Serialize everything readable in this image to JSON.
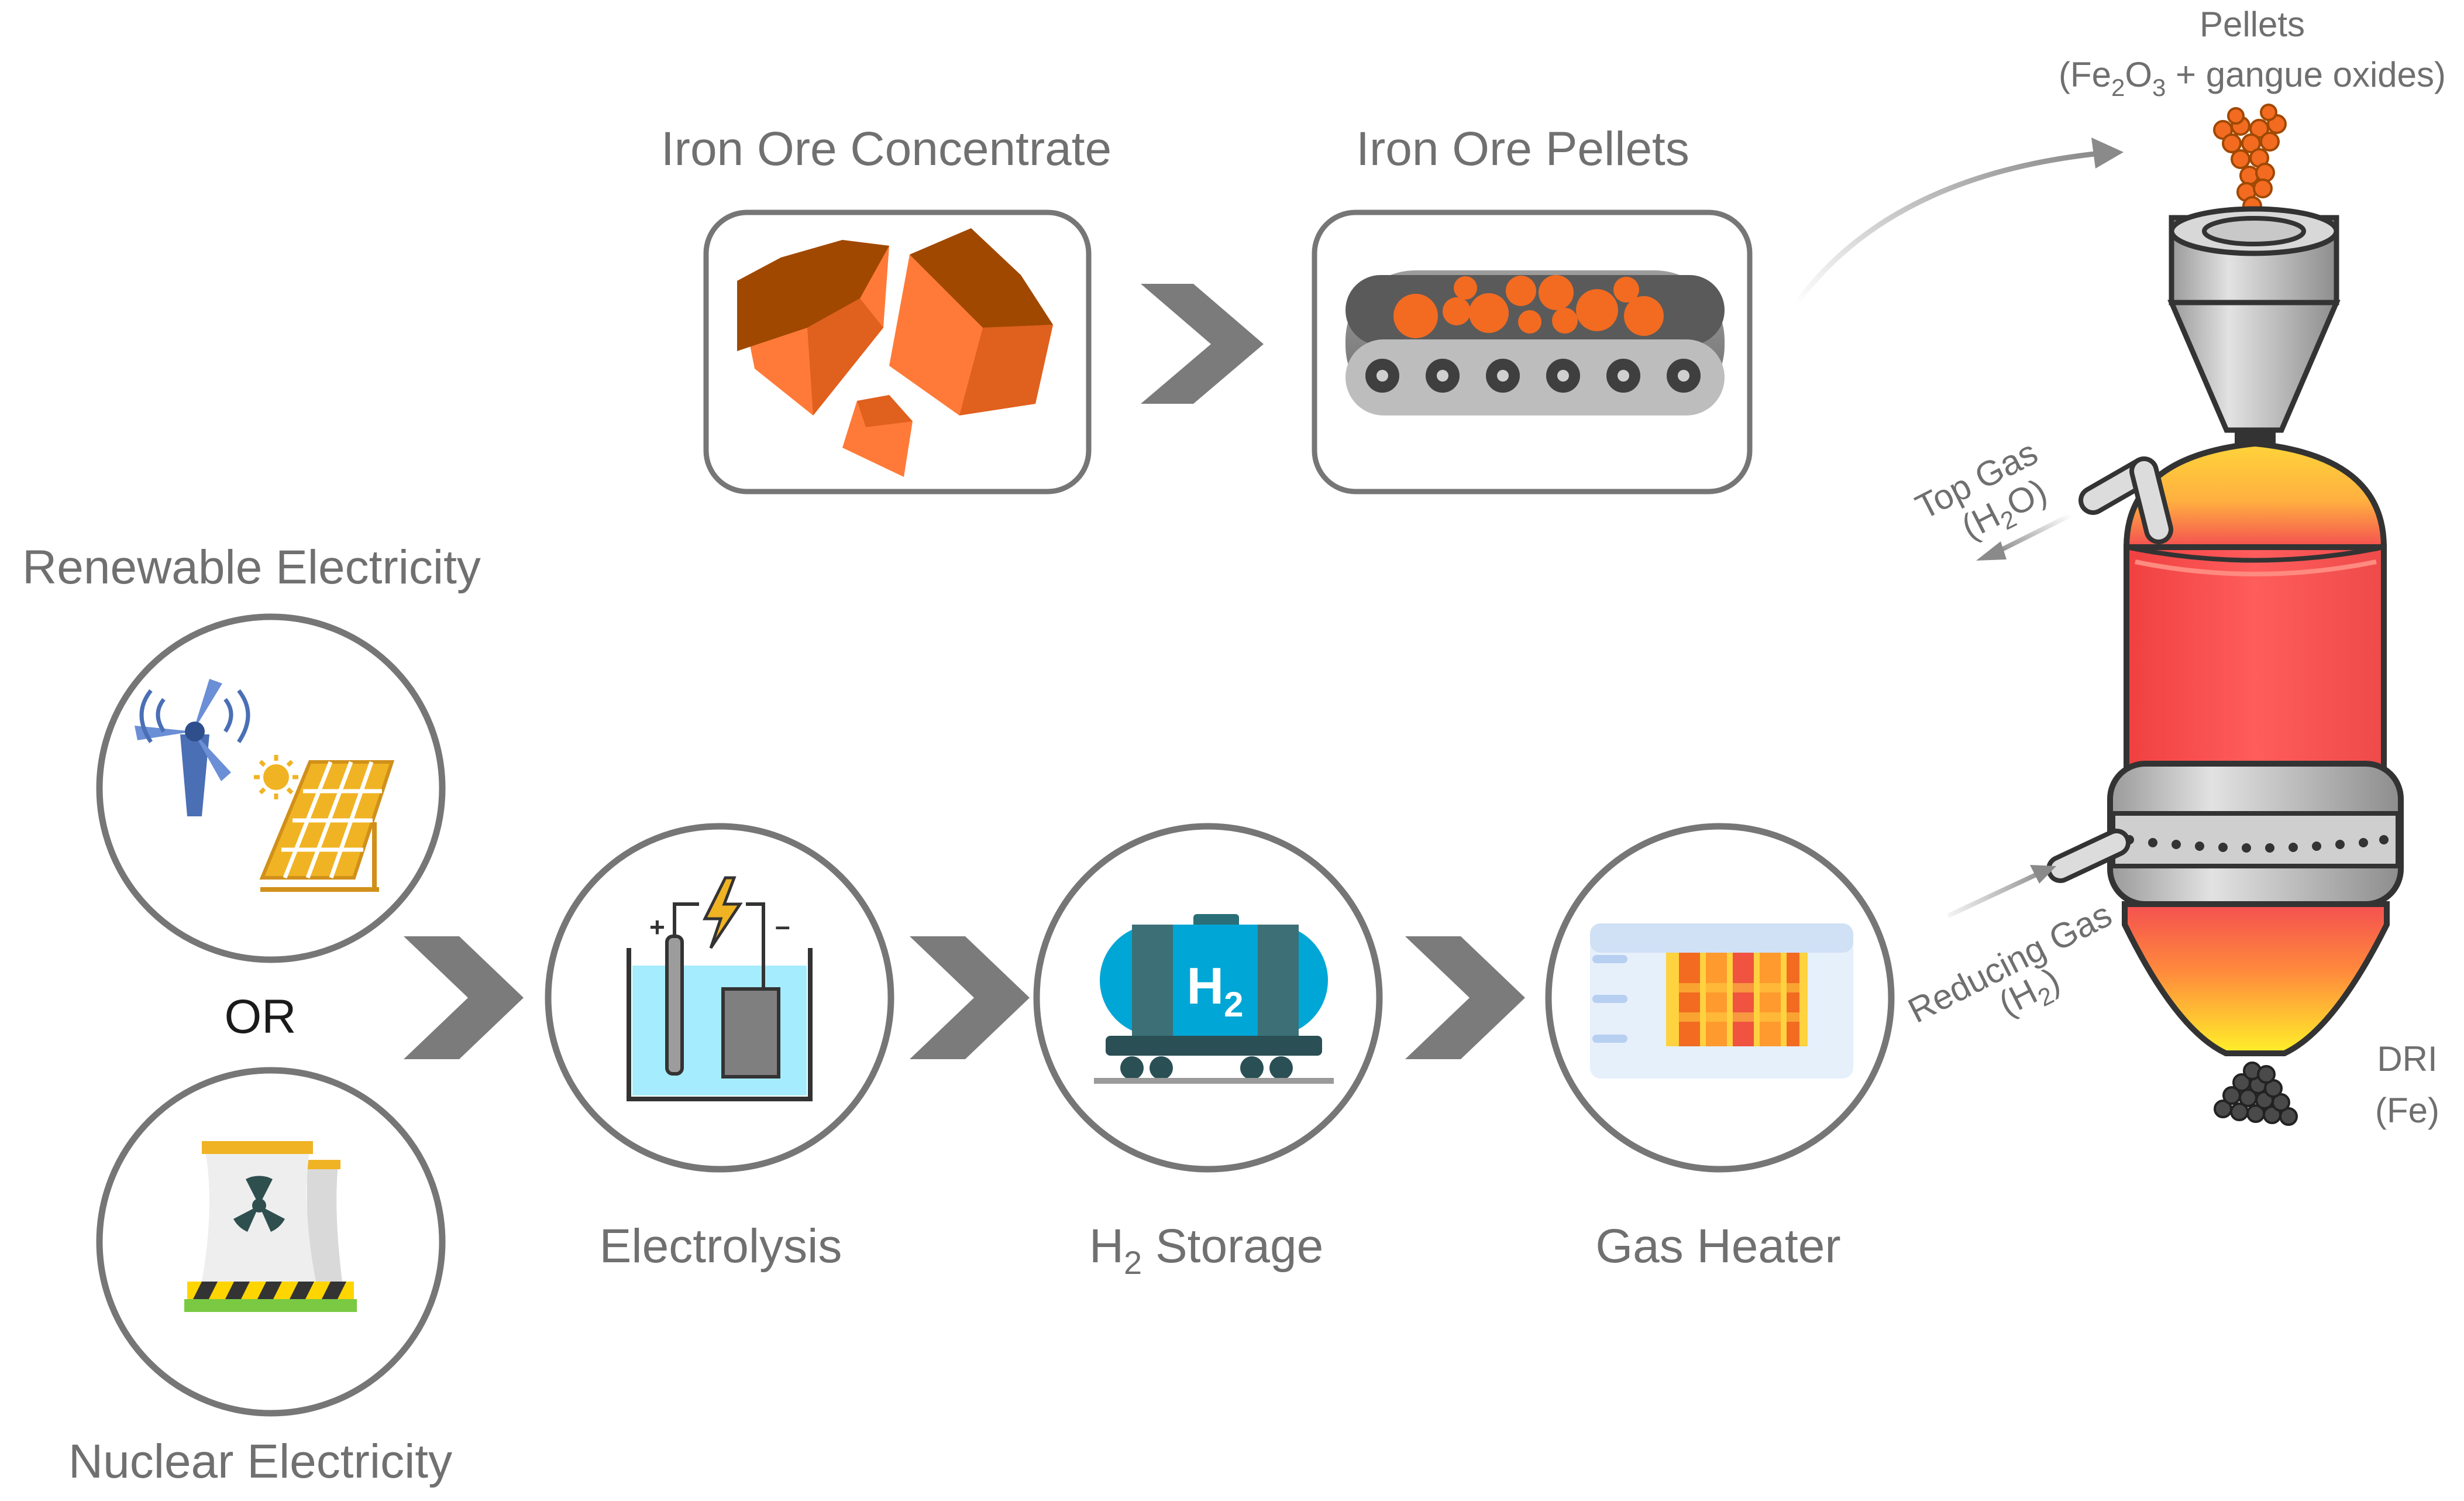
{
  "top": {
    "concentrate_label": "Iron Ore Concentrate",
    "pellets_label": "Iron Ore Pellets"
  },
  "left": {
    "renewable_label": "Renewable Electricity",
    "or_label": "OR",
    "nuclear_label": "Nuclear Electricity"
  },
  "process": {
    "electrolysis_label": "Electrolysis",
    "storage_prefix": "H",
    "storage_sub": "2",
    "storage_suffix": " Storage",
    "heater_label": "Gas Heater",
    "tank_badge": "H",
    "tank_badge_sub": "2"
  },
  "furnace": {
    "pellets_title": "Pellets",
    "pellets_formula": {
      "open": "(Fe",
      "sub1": "2",
      "o": "O",
      "sub2": "3",
      "rest": " + gangue oxides)"
    },
    "top_gas_label": "Top Gas",
    "top_gas_formula": {
      "open": "(H",
      "sub": "2",
      "rest": "O)"
    },
    "reducing_gas_label": "Reducing Gas",
    "reducing_gas_formula": {
      "open": "(H",
      "sub": "2",
      "rest": ")"
    },
    "dri_label": "DRI",
    "dri_formula": "(Fe)"
  },
  "colors": {
    "frame": "#767676",
    "chevron": "#7b7b7b",
    "ore_dark": "#a04800",
    "ore_mid": "#e0601e",
    "ore_light": "#ff8040",
    "pellet": "#f26b21",
    "furnace_red": "#f45050",
    "furnace_yellow": "#ffe135",
    "tank_blue": "#00a6d6",
    "solar_gold": "#f0b323"
  },
  "icons": [
    "iron-ore-rocks-icon",
    "conveyor-pellets-icon",
    "wind-turbine-icon",
    "solar-panel-icon",
    "nuclear-plant-icon",
    "electrolysis-cell-icon",
    "lightning-icon",
    "hydrogen-tank-car-icon",
    "gas-heater-icon",
    "shaft-furnace-icon",
    "dri-pile-icon",
    "pellet-pile-icon"
  ]
}
